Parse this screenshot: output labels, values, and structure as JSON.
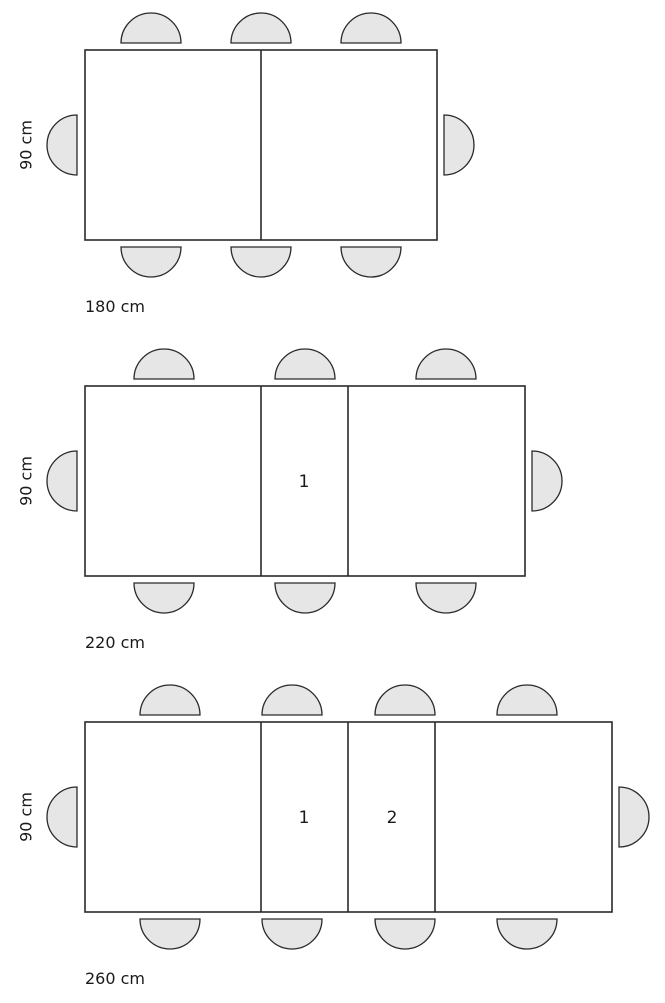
{
  "colors": {
    "table_stroke": "#2a2a2a",
    "chair_fill": "#e6e6e6",
    "background": "#ffffff"
  },
  "tables": [
    {
      "depth_label": "90 cm",
      "length_label": "180 cm",
      "leaves": [],
      "chairs_per_side": 3,
      "chairs_per_end": 1
    },
    {
      "depth_label": "90 cm",
      "length_label": "220 cm",
      "leaves": [
        "1"
      ],
      "chairs_per_side": 3,
      "chairs_per_end": 1
    },
    {
      "depth_label": "90 cm",
      "length_label": "260 cm",
      "leaves": [
        "1",
        "2"
      ],
      "chairs_per_side": 4,
      "chairs_per_end": 1
    }
  ]
}
